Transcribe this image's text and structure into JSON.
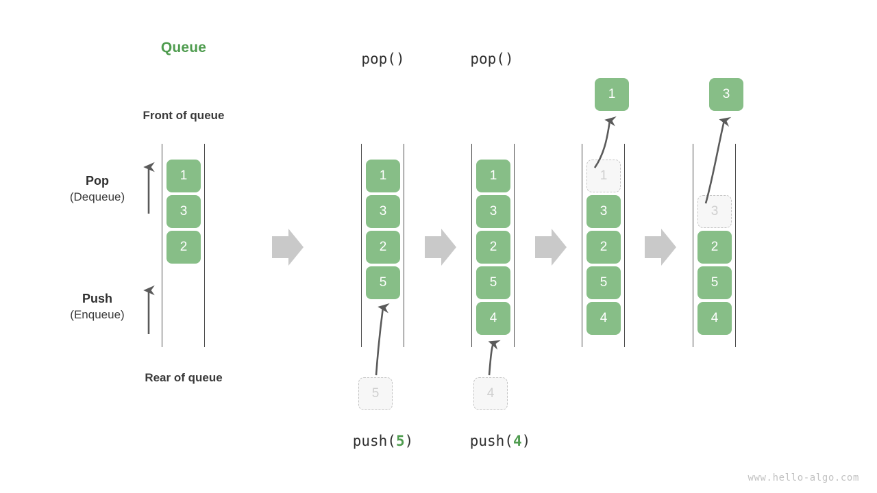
{
  "diagram": {
    "title": "Queue",
    "front_label": "Front of queue",
    "rear_label": "Rear of queue",
    "pop_label_main": "Pop",
    "pop_label_sub": "(Dequeue)",
    "push_label_main": "Push",
    "push_label_sub": "(Enqueue)",
    "watermark": "www.hello-algo.com"
  },
  "colors": {
    "cell_fill": "#87be87",
    "cell_text": "#ffffff",
    "ghost_fill": "#f7f7f7",
    "ghost_border": "#c4c4c4",
    "ghost_text": "#cfcfcf",
    "title_green": "#4f9c4f",
    "rail": "#4a4a4a",
    "arrow_gray": "#c9c9c9",
    "thin_arrow": "#5a5a5a",
    "watermark": "#c2c2c2"
  },
  "stages": [
    {
      "id": "initial",
      "caption": "",
      "caption_prefix": "",
      "caption_value": "",
      "caption_suffix": "",
      "cells": [
        "1",
        "3",
        "2"
      ],
      "ghost_index": -1,
      "incoming": null,
      "popped": null
    },
    {
      "id": "push-5",
      "caption_prefix": "push(",
      "caption_value": "5",
      "caption_suffix": ")",
      "cells": [
        "1",
        "3",
        "2",
        "5"
      ],
      "ghost_index": -1,
      "incoming": "5",
      "popped": null
    },
    {
      "id": "push-4",
      "caption_prefix": "push(",
      "caption_value": "4",
      "caption_suffix": ")",
      "cells": [
        "1",
        "3",
        "2",
        "5",
        "4"
      ],
      "ghost_index": -1,
      "incoming": "4",
      "popped": null
    },
    {
      "id": "pop-1",
      "caption_prefix": "pop(",
      "caption_value": "",
      "caption_suffix": ")",
      "cells": [
        "1",
        "3",
        "2",
        "5",
        "4"
      ],
      "ghost_index": 0,
      "incoming": null,
      "popped": "1"
    },
    {
      "id": "pop-3",
      "caption_prefix": "pop(",
      "caption_value": "",
      "caption_suffix": ")",
      "cells": [
        "3",
        "2",
        "5",
        "4"
      ],
      "ghost_index": 0,
      "incoming": null,
      "popped": "3"
    }
  ],
  "flow_arrows": [
    {
      "name": "flow-arrow-1"
    },
    {
      "name": "flow-arrow-2"
    },
    {
      "name": "flow-arrow-3"
    },
    {
      "name": "flow-arrow-4"
    }
  ],
  "pop_captions": [
    "pop()",
    "pop()"
  ],
  "push_captions": [
    "push(5)",
    "push(4)"
  ]
}
